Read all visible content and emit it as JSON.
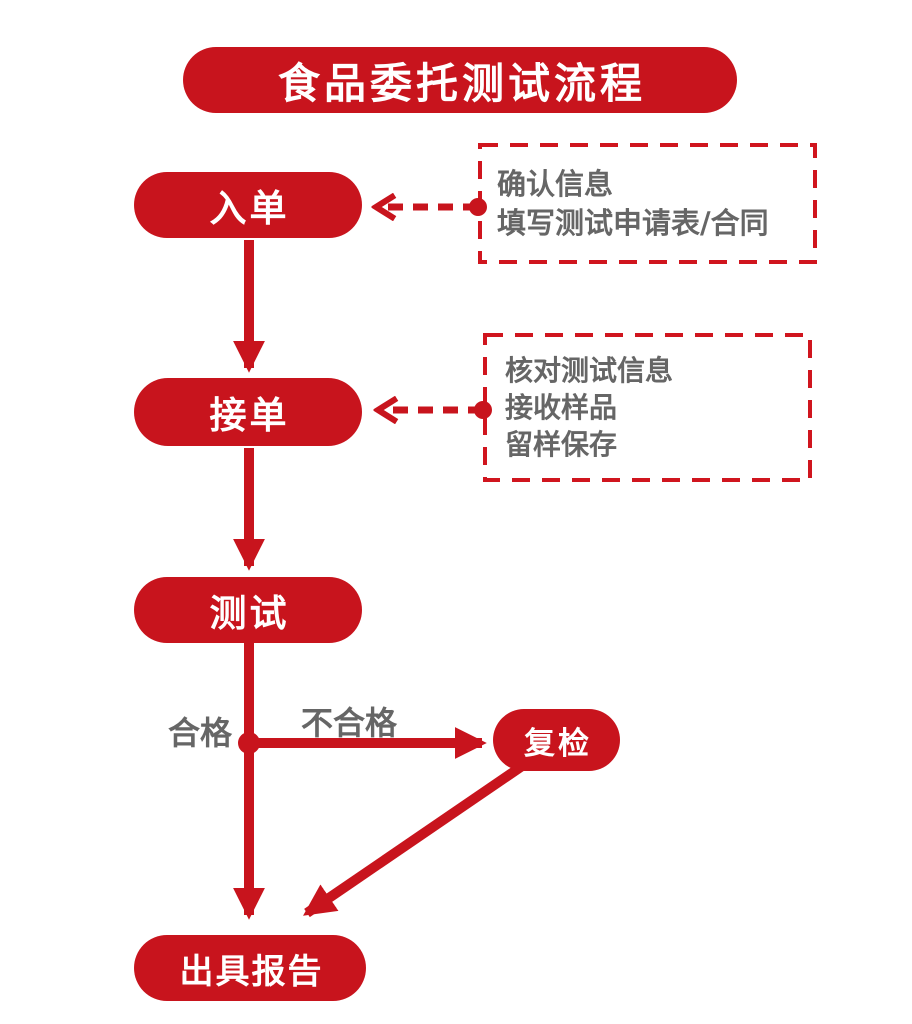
{
  "diagram": {
    "title": "食品委托测试流程",
    "nodes": [
      {
        "id": "entry",
        "label": "入单"
      },
      {
        "id": "accept",
        "label": "接单"
      },
      {
        "id": "test",
        "label": "测试"
      },
      {
        "id": "recheck",
        "label": "复检"
      },
      {
        "id": "report",
        "label": "出具报告"
      }
    ],
    "notes": [
      {
        "target": "entry",
        "lines": [
          "确认信息",
          "填写测试申请表/合同"
        ]
      },
      {
        "target": "accept",
        "lines": [
          "核对测试信息",
          "接收样品",
          "留样保存"
        ]
      }
    ],
    "edge_labels": [
      {
        "id": "pass",
        "label": "合格"
      },
      {
        "id": "fail",
        "label": "不合格"
      }
    ],
    "colors": {
      "primary_red": "#C8141D",
      "note_text_gray": "#666666",
      "background": "#FFFFFF"
    }
  }
}
